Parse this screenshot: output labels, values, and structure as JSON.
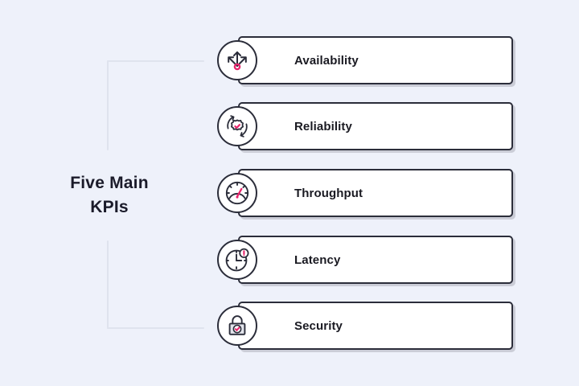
{
  "diagram": {
    "title_line1": "Five Main",
    "title_line2": "KPIs",
    "accent_color": "#e8246c",
    "stroke_color": "#2b2d3a",
    "background_color": "#eef1fa",
    "card_background": "#ffffff",
    "connector_color": "#dfe3ee",
    "items": [
      {
        "label": "Availability",
        "icon": "arrows-radiating-icon"
      },
      {
        "label": "Reliability",
        "icon": "gear-refresh-check-icon"
      },
      {
        "label": "Throughput",
        "icon": "speedometer-gauge-icon"
      },
      {
        "label": "Latency",
        "icon": "clock-alert-icon"
      },
      {
        "label": "Security",
        "icon": "padlock-check-icon"
      }
    ]
  }
}
